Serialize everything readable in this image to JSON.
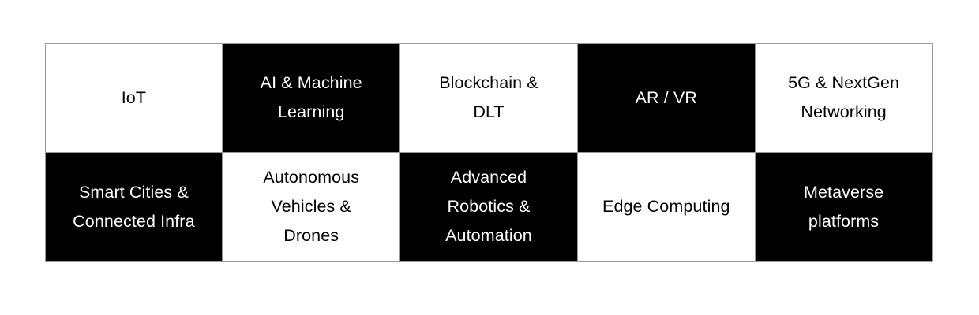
{
  "diagram": {
    "type": "checkerboard-grid",
    "columns": 5,
    "rows": 2,
    "colors": {
      "light_background": "#ffffff",
      "light_text": "#000000",
      "dark_background": "#000000",
      "dark_text": "#ffffff",
      "border": "#999999",
      "canvas": "#ffffff"
    },
    "cells": [
      {
        "label": "IoT",
        "style": "light"
      },
      {
        "label": "AI & Machine\nLearning",
        "style": "dark"
      },
      {
        "label": "Blockchain &\nDLT",
        "style": "light"
      },
      {
        "label": "AR / VR",
        "style": "dark"
      },
      {
        "label": "5G & NextGen\nNetworking",
        "style": "light"
      },
      {
        "label": "Smart Cities &\nConnected Infra",
        "style": "dark"
      },
      {
        "label": "Autonomous\nVehicles &\nDrones",
        "style": "light"
      },
      {
        "label": "Advanced\nRobotics &\nAutomation",
        "style": "dark"
      },
      {
        "label": "Edge Computing",
        "style": "light"
      },
      {
        "label": "Metaverse\nplatforms",
        "style": "dark"
      }
    ]
  }
}
